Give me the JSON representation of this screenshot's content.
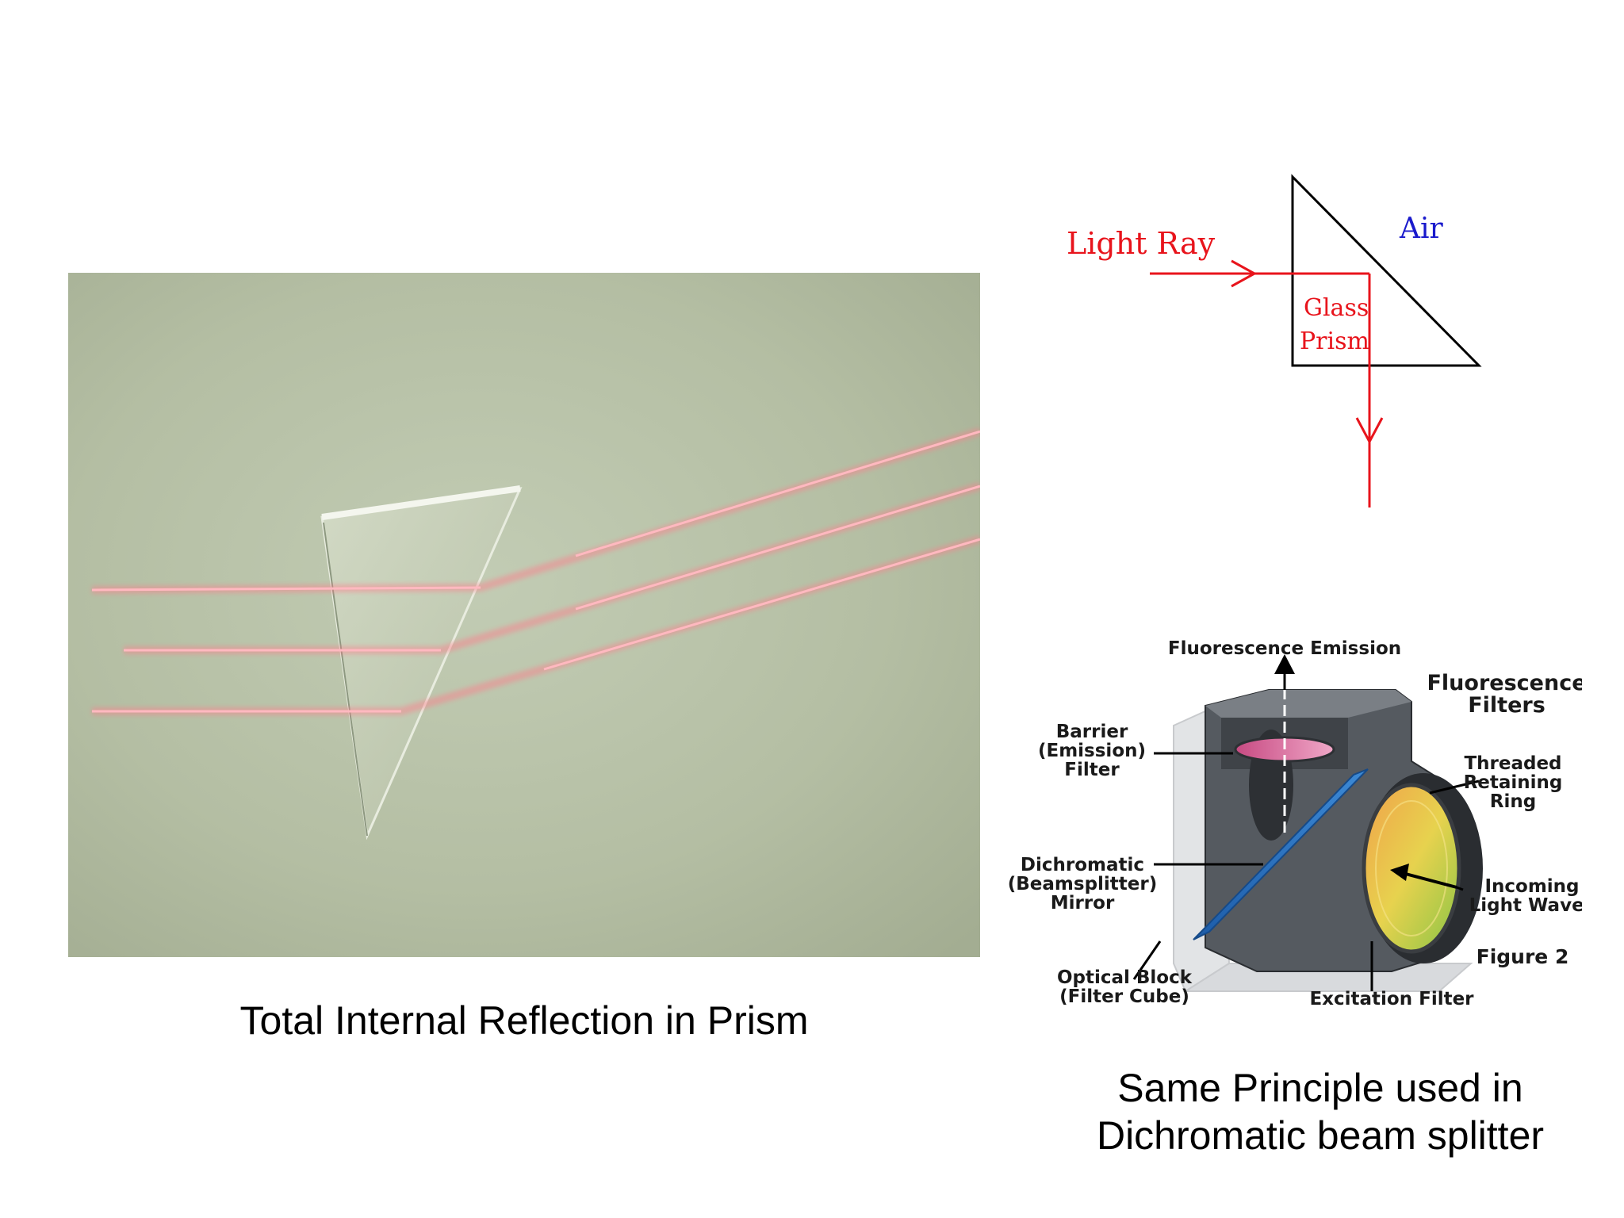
{
  "left_caption": "Total Internal Reflection in Prism",
  "right_caption": {
    "line1": "Same Principle used in",
    "line2": "Dichromatic beam splitter"
  },
  "prism_diagram": {
    "light_ray": "Light Ray",
    "air": "Air",
    "glass": "Glass",
    "prism": "Prism",
    "ray_color": "#e8141c",
    "air_color": "#1a1acc"
  },
  "cube_diagram": {
    "fluorescence_emission": "Fluorescence Emission",
    "title_line1": "Fluorescence",
    "title_line2": "Filters",
    "barrier_line1": "Barrier",
    "barrier_line2": "(Emission)",
    "barrier_line3": "Filter",
    "threaded_line1": "Threaded",
    "threaded_line2": "Retaining",
    "threaded_line3": "Ring",
    "dichromatic_line1": "Dichromatic",
    "dichromatic_line2": "(Beamsplitter)",
    "dichromatic_line3": "Mirror",
    "incoming_line1": "Incoming",
    "incoming_line2": "Light Waves",
    "figure": "Figure 2",
    "optical_line1": "Optical Block",
    "optical_line2": "(Filter Cube)",
    "excitation": "Excitation Filter"
  }
}
